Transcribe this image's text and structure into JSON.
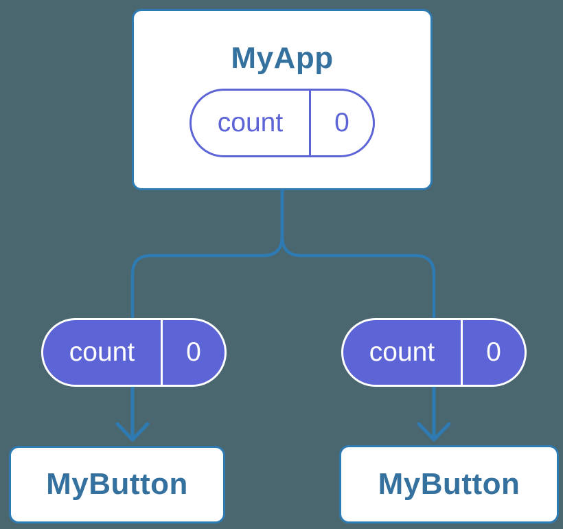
{
  "colors": {
    "bg": "#4a6770",
    "line": "#2e7bb4",
    "purple": "#5c64d6",
    "title": "#35719f",
    "card-bg": "#ffffff",
    "light-text": "#ffffff"
  },
  "diagram": {
    "parent": {
      "title": "MyApp",
      "state": {
        "key": "count",
        "value": "0"
      }
    },
    "child_left": {
      "title": "MyButton",
      "state": {
        "key": "count",
        "value": "0"
      }
    },
    "child_right": {
      "title": "MyButton",
      "state": {
        "key": "count",
        "value": "0"
      }
    }
  }
}
